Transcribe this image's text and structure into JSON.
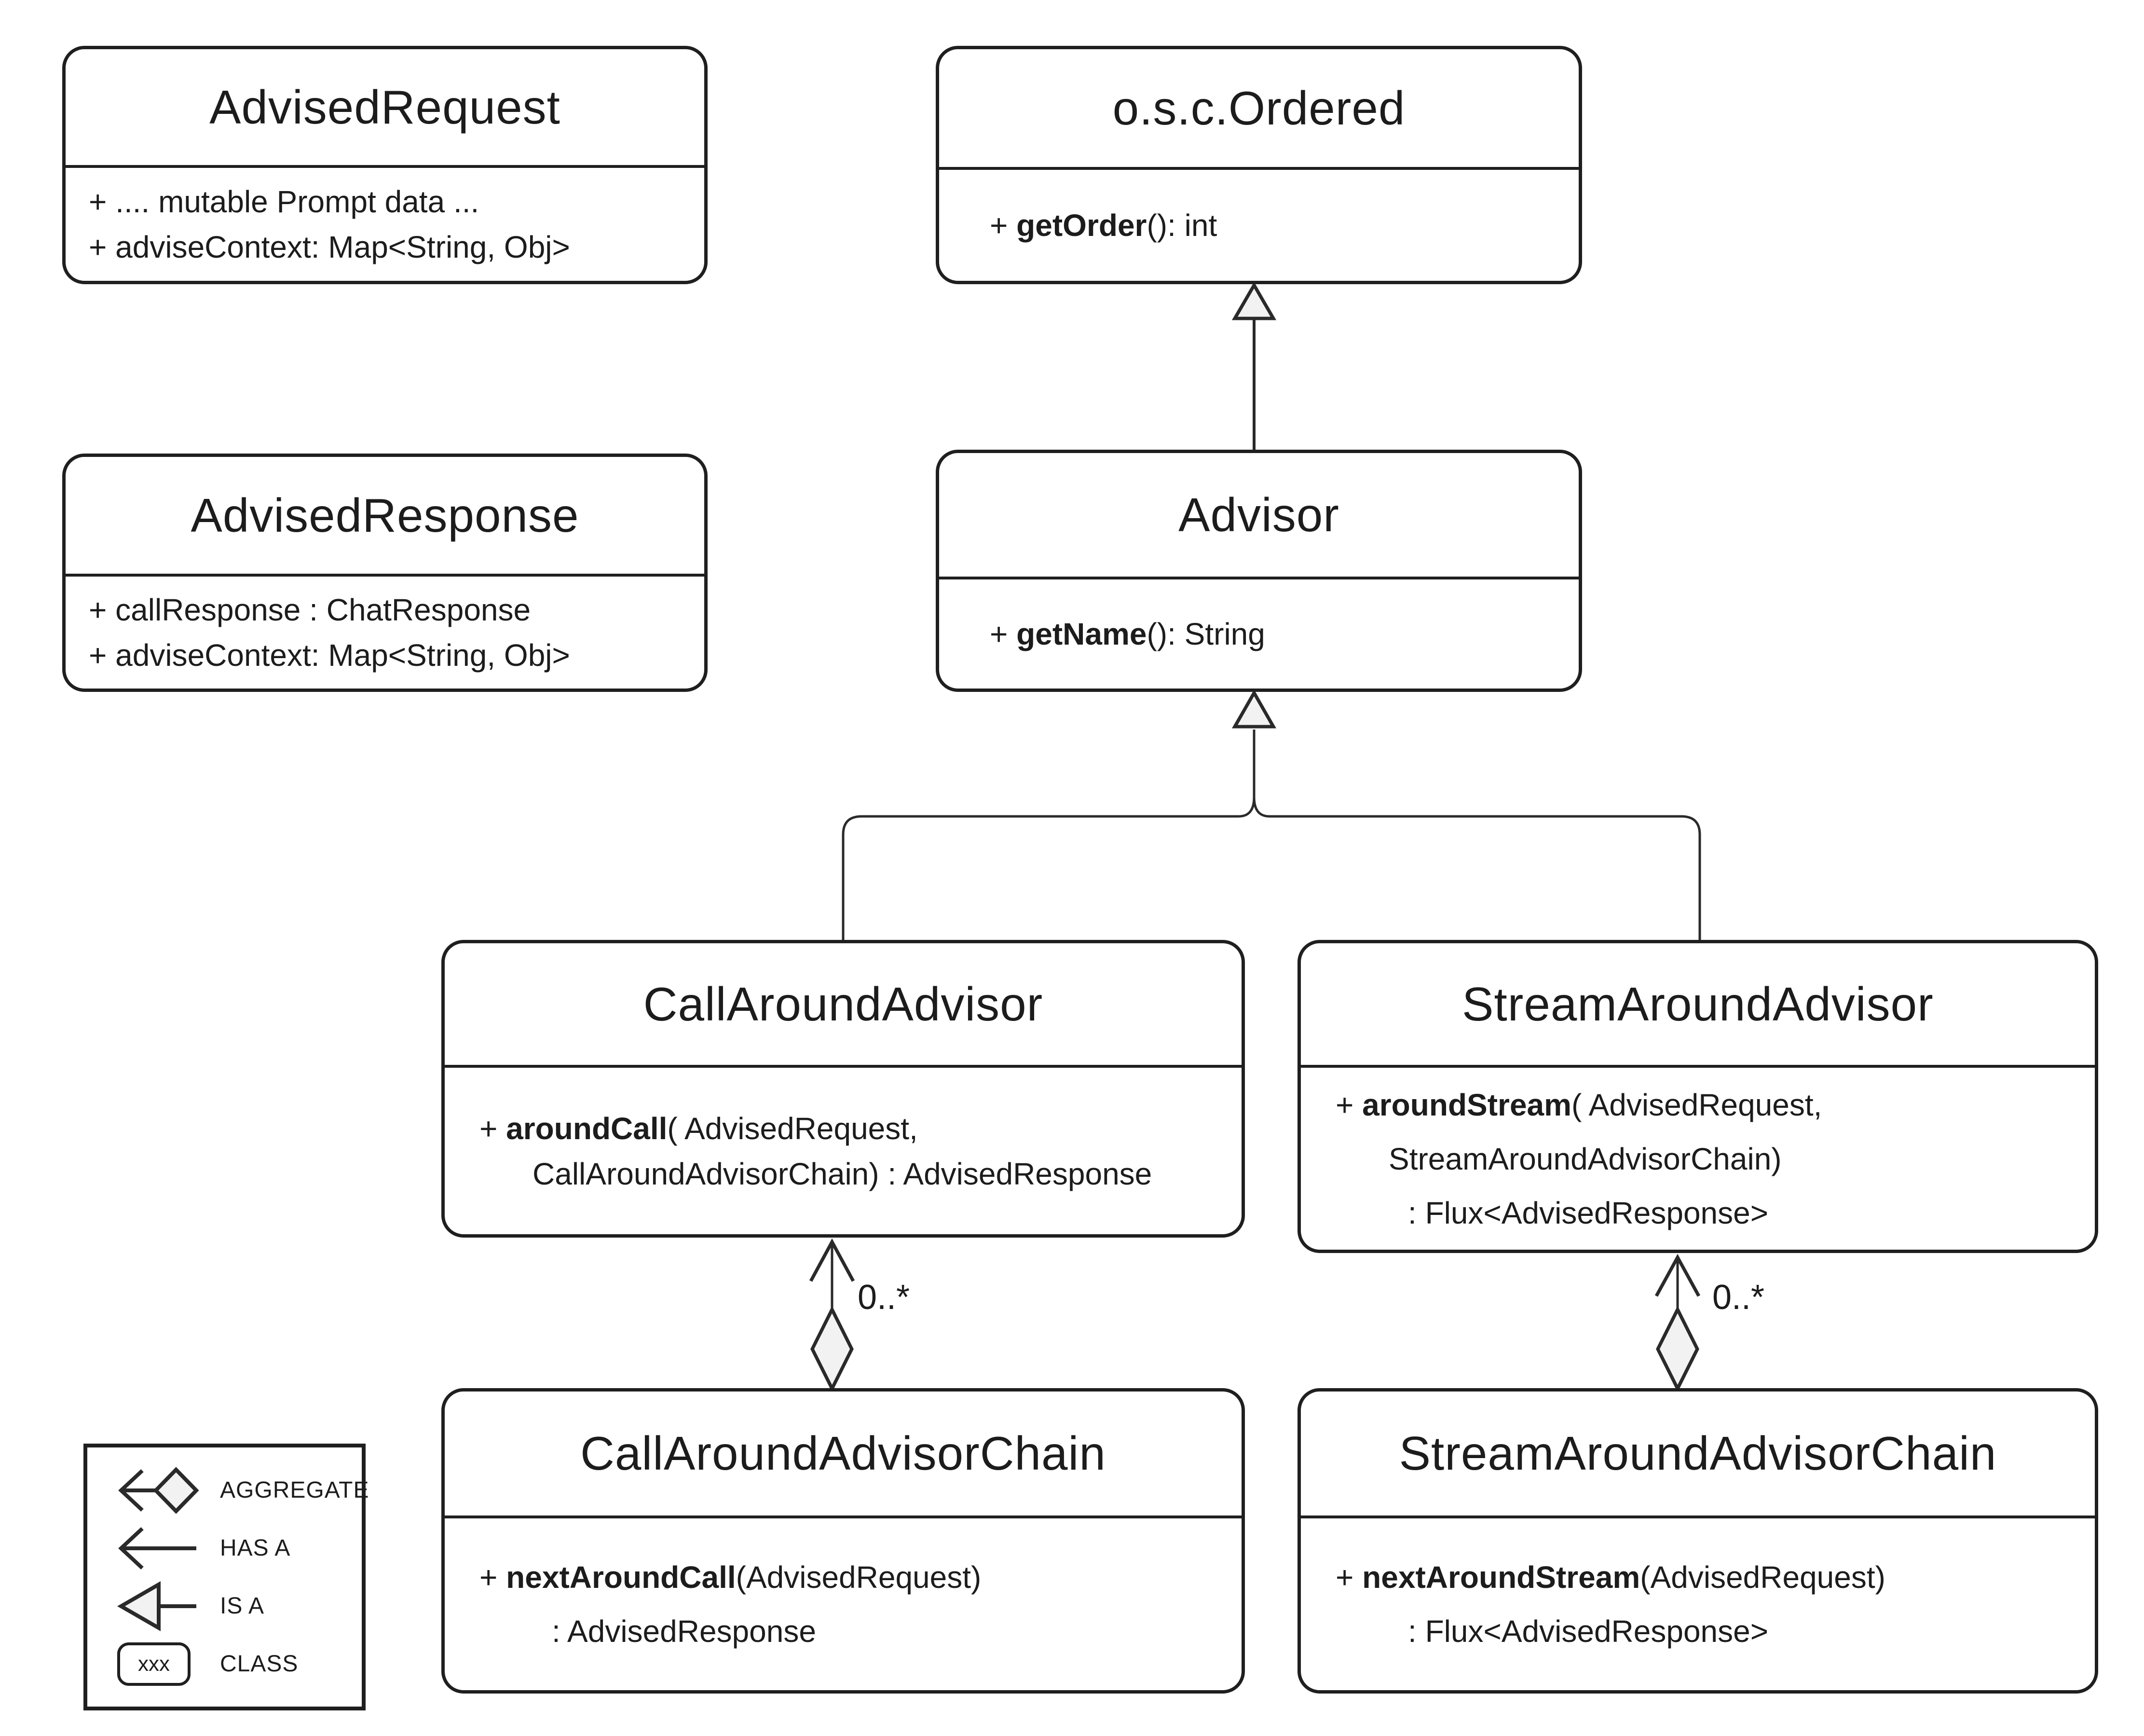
{
  "classes": {
    "advisedRequest": {
      "title": "AdvisedRequest",
      "m1_pre": "+ .... mutable Prompt data ...",
      "m2_pre": "+ adviseContext: Map<String, Obj>"
    },
    "ordered": {
      "title": "o.s.c.Ordered",
      "m1_pre": "+ ",
      "m1_bold": "getOrder",
      "m1_post": "(): int"
    },
    "advisedResponse": {
      "title": "AdvisedResponse",
      "m1_pre": "+ callResponse : ChatResponse",
      "m2_pre": "+ adviseContext: Map<String, Obj>"
    },
    "advisor": {
      "title": "Advisor",
      "m1_pre": "+ ",
      "m1_bold": "getName",
      "m1_post": "(): String"
    },
    "callAroundAdvisor": {
      "title": "CallAroundAdvisor",
      "m1_pre": "+ ",
      "m1_bold": "aroundCall",
      "m1_post": "( AdvisedRequest,",
      "m2_pre": "CallAroundAdvisorChain) : AdvisedResponse"
    },
    "streamAroundAdvisor": {
      "title": "StreamAroundAdvisor",
      "m1_pre": "+ ",
      "m1_bold": "aroundStream",
      "m1_post": "( AdvisedRequest,",
      "m2_pre": "StreamAroundAdvisorChain)",
      "m3_pre": ": Flux<AdvisedResponse>"
    },
    "callAroundAdvisorChain": {
      "title": "CallAroundAdvisorChain",
      "m1_pre": "+ ",
      "m1_bold": "nextAroundCall",
      "m1_post": "(AdvisedRequest)",
      "m2_pre": ": AdvisedResponse"
    },
    "streamAroundAdvisorChain": {
      "title": "StreamAroundAdvisorChain",
      "m1_pre": "+ ",
      "m1_bold": "nextAroundStream",
      "m1_post": "(AdvisedRequest)",
      "m2_pre": ": Flux<AdvisedResponse>"
    }
  },
  "relations": {
    "call_chain_multiplicity": "0..*",
    "stream_chain_multiplicity": "0..*"
  },
  "legend": {
    "aggregate": "AGGREGATE",
    "has_a": "HAS A",
    "is_a": "IS A",
    "class_label": "CLASS",
    "class_sample": "xxx"
  },
  "colors": {
    "stroke": "#1f1f1f",
    "shape_fill": "#f2f2f2",
    "background": "#ffffff"
  }
}
